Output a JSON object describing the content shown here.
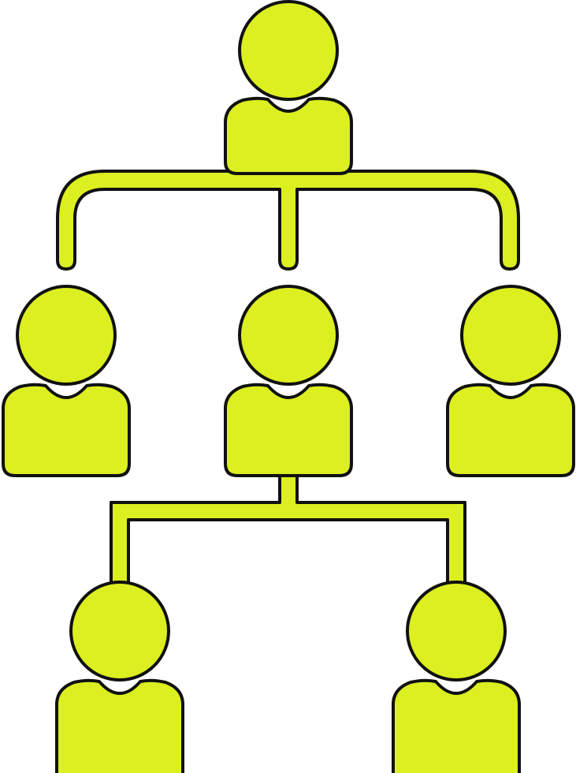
{
  "diagram": {
    "type": "org-chart-icon",
    "colors": {
      "fill": "#dcef20",
      "stroke": "#111111",
      "background": "#ffffff"
    },
    "nodes": [
      {
        "id": "top",
        "icon": "person-icon",
        "level": 0
      },
      {
        "id": "mid-left",
        "icon": "person-icon",
        "level": 1
      },
      {
        "id": "mid-center",
        "icon": "person-icon",
        "level": 1
      },
      {
        "id": "mid-right",
        "icon": "person-icon",
        "level": 1
      },
      {
        "id": "bottom-left",
        "icon": "person-icon",
        "level": 2
      },
      {
        "id": "bottom-right",
        "icon": "person-icon",
        "level": 2
      }
    ],
    "edges": [
      {
        "from": "top",
        "to": "mid-left"
      },
      {
        "from": "top",
        "to": "mid-center"
      },
      {
        "from": "top",
        "to": "mid-right"
      },
      {
        "from": "mid-center",
        "to": "bottom-left"
      },
      {
        "from": "mid-center",
        "to": "bottom-right"
      }
    ]
  }
}
